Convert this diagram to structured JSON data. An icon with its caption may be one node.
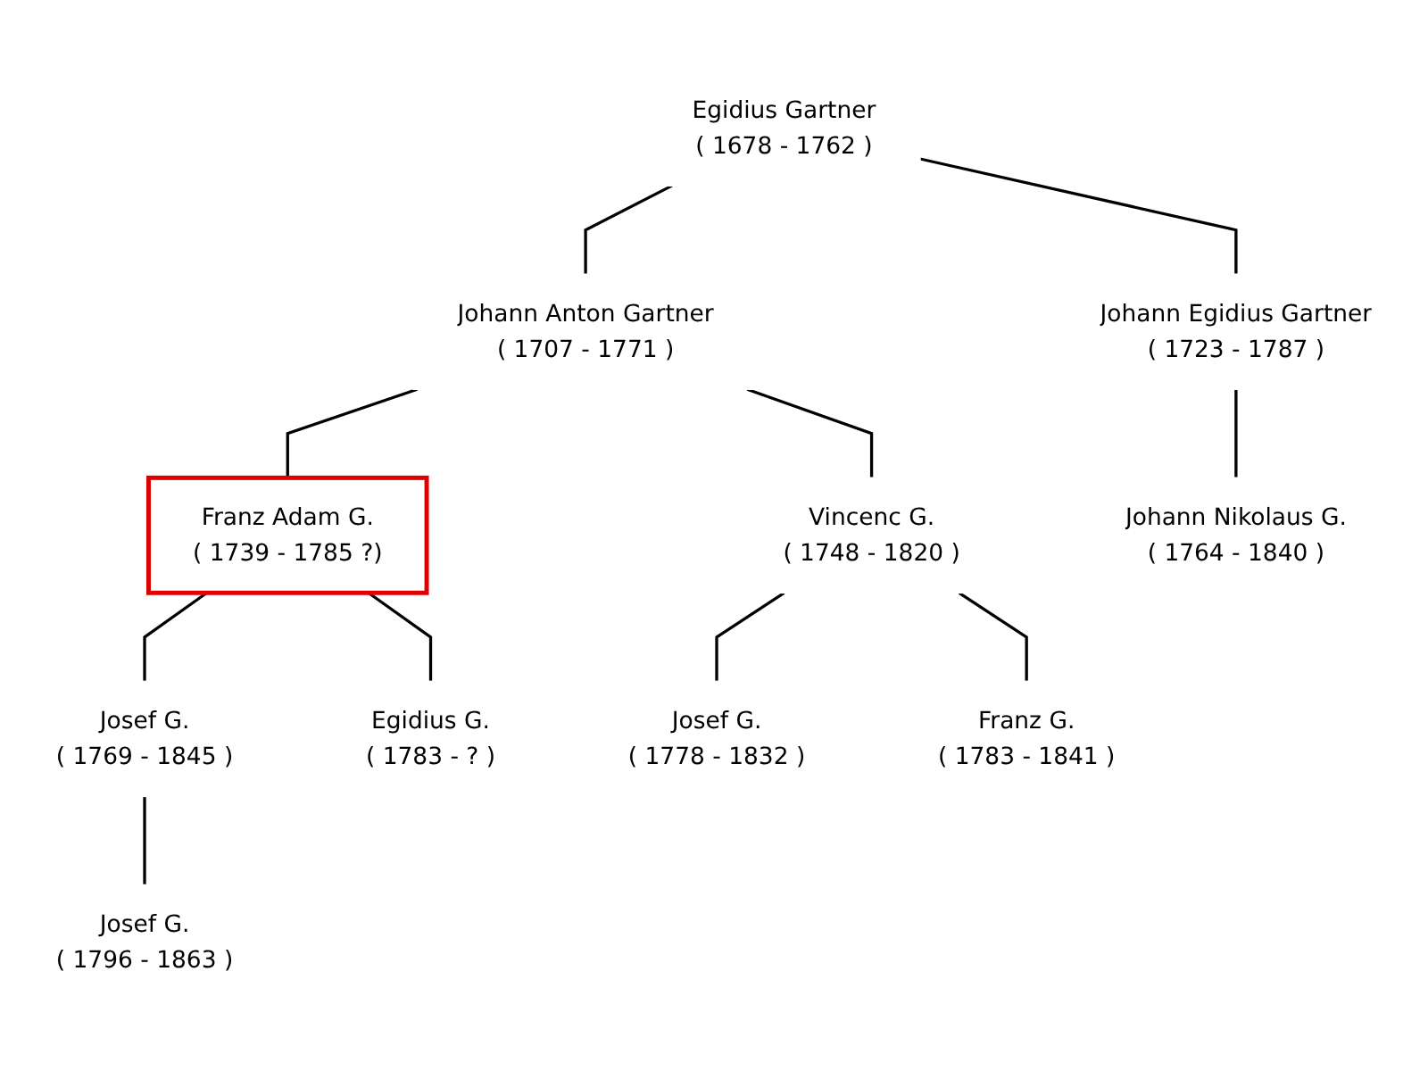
{
  "diagram": {
    "nodes": [
      {
        "text": [
          "Egidius Gartner",
          "( 1678 - 1762 )"
        ]
      },
      {
        "text": [
          "Johann Anton Gartner",
          "( 1707 - 1771 )"
        ]
      },
      {
        "text": [
          "Johann Egidius Gartner",
          "( 1723 - 1787 )"
        ]
      },
      {
        "text": [
          "Franz Adam G.",
          "( 1739 - 1785 ?)"
        ]
      },
      {
        "text": [
          "Vincenc G.",
          "( 1748 - 1820 )"
        ]
      },
      {
        "text": [
          "Johann Nikolaus G.",
          "( 1764 - 1840 )"
        ]
      },
      {
        "text": [
          "Josef G.",
          "( 1769 - 1845 )"
        ]
      },
      {
        "text": [
          "Egidius G.",
          "( 1783 - ? )"
        ]
      },
      {
        "text": [
          "Josef G.",
          "( 1778 - 1832 )"
        ]
      },
      {
        "text": [
          "Franz G.",
          "( 1783 - 1841 )"
        ]
      },
      {
        "text": [
          "Josef G.",
          "( 1796 - 1863 )"
        ]
      }
    ],
    "edges": [
      {
        "from": 0,
        "to": 1,
        "arrow": "none"
      },
      {
        "from": 0,
        "to": 2,
        "arrow": "none"
      },
      {
        "from": 1,
        "to": 3,
        "arrow": "none"
      },
      {
        "from": 1,
        "to": 4,
        "arrow": "none"
      },
      {
        "from": 2,
        "to": 5,
        "arrow": "none"
      },
      {
        "from": 3,
        "to": 6,
        "arrow": "none"
      },
      {
        "from": 3,
        "to": 7,
        "arrow": "none"
      },
      {
        "from": 4,
        "to": 8,
        "arrow": "none"
      },
      {
        "from": 4,
        "to": 9,
        "arrow": "none"
      },
      {
        "from": 6,
        "to": 10,
        "arrow": "none"
      }
    ]
  }
}
